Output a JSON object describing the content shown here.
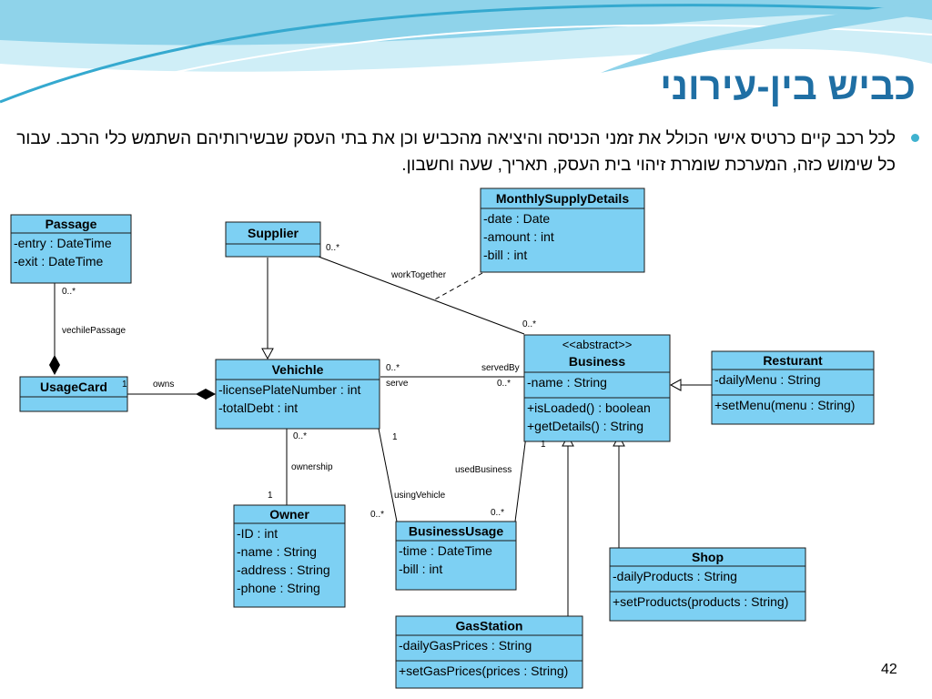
{
  "slide": {
    "title": "כביש בין-עירוני",
    "bullet": "לכל רכב קיים כרטיס אישי הכולל את זמני הכניסה והיציאה מהכביש וכן את בתי העסק שבשירותיהם השתמש כלי הרכב. עבור כל שימוש כזה, המערכת שומרת זיהוי בית העסק, תאריך, שעה וחשבון.",
    "page_number": "42"
  },
  "colors": {
    "class_fill": "#7dd0f3",
    "class_stroke": "#1a1a1a",
    "title": "#1f6fa4",
    "bullet": "#3fb2cf",
    "wave_light": "#cfeef7",
    "wave_mid": "#8fd3ea",
    "wave_dark": "#35a9cf"
  },
  "diagram": {
    "classes": {
      "passage": {
        "name": "Passage",
        "attrs": [
          "-entry : DateTime",
          "-exit : DateTime"
        ],
        "ops": []
      },
      "supplier": {
        "name": "Supplier",
        "attrs": [],
        "ops": []
      },
      "monthly": {
        "name": "MonthlySupplyDetails",
        "attrs": [
          "-date : Date",
          "-amount : int",
          "-bill : int"
        ],
        "ops": []
      },
      "usagecard": {
        "name": "UsageCard",
        "attrs": [],
        "ops": []
      },
      "vehicle": {
        "name": "Vehichle",
        "attrs": [
          "-licensePlateNumber : int",
          "-totalDebt : int"
        ],
        "ops": []
      },
      "business": {
        "stereotype": "<<abstract>>",
        "name": "Business",
        "attrs": [
          "-name : String"
        ],
        "ops": [
          "+isLoaded() : boolean",
          "+getDetails() : String"
        ]
      },
      "restaurant": {
        "name": "Resturant",
        "attrs": [
          "-dailyMenu : String"
        ],
        "ops": [
          "+setMenu(menu : String)"
        ]
      },
      "owner": {
        "name": "Owner",
        "attrs": [
          "-ID : int",
          "-name : String",
          "-address : String",
          "-phone : String"
        ],
        "ops": []
      },
      "businessusage": {
        "name": "BusinessUsage",
        "attrs": [
          "-time : DateTime",
          "-bill : int"
        ],
        "ops": []
      },
      "shop": {
        "name": "Shop",
        "attrs": [
          "-dailyProducts : String"
        ],
        "ops": [
          "+setProducts(products : String)"
        ]
      },
      "gasstation": {
        "name": "GasStation",
        "attrs": [
          "-dailyGasPrices : String"
        ],
        "ops": [
          "+setGasPrices(prices : String)"
        ]
      }
    },
    "labels": {
      "passage_mult": "0..*",
      "vechile_passage": "vechilePassage",
      "owns_one": "1",
      "owns": "owns",
      "supplier_mult": "0..*",
      "work_together": "workTogether",
      "business_top_mult": "0..*",
      "serve_left_mult": "0..*",
      "serve": "serve",
      "served_by": "servedBy",
      "serve_right_mult": "0..*",
      "ownership_top_mult": "0..*",
      "ownership": "ownership",
      "ownership_one": "1",
      "using_one": "1",
      "using_vehicle": "usingVehicle",
      "using_mult": "0..*",
      "business_one": "1",
      "used_business": "usedBusiness",
      "used_mult": "0..*"
    }
  }
}
